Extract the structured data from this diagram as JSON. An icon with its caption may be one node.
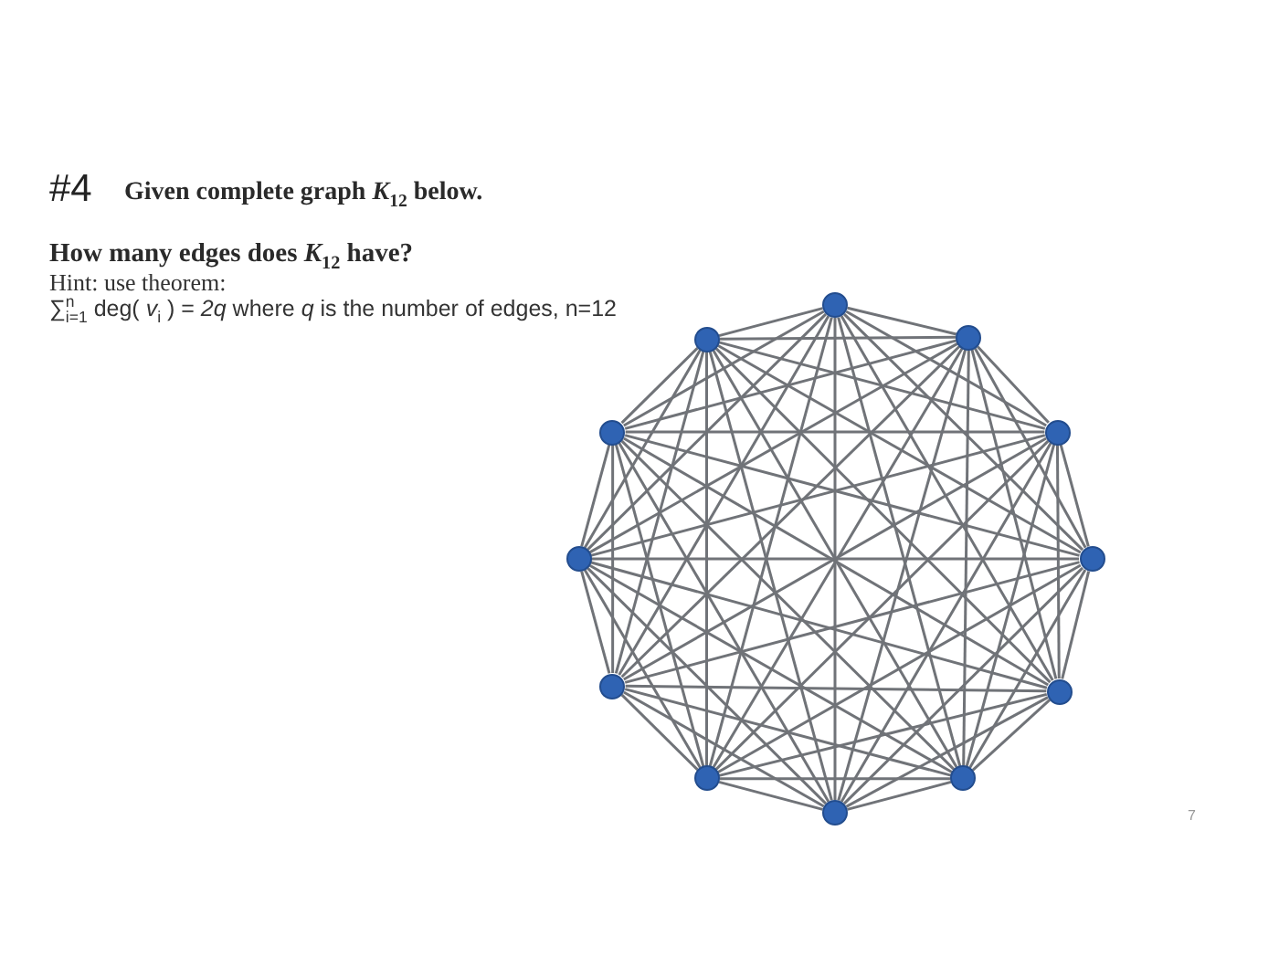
{
  "diagram": {
    "title": "#4",
    "nodes": [
      {
        "text": [],
        "shape": "circle"
      },
      {
        "text": [],
        "shape": "circle"
      },
      {
        "text": [],
        "shape": "circle"
      },
      {
        "text": [],
        "shape": "circle"
      },
      {
        "text": [],
        "shape": "circle"
      },
      {
        "text": [],
        "shape": "circle"
      },
      {
        "text": [],
        "shape": "circle"
      },
      {
        "text": [],
        "shape": "circle"
      },
      {
        "text": [],
        "shape": "circle"
      },
      {
        "text": [],
        "shape": "circle"
      },
      {
        "text": [],
        "shape": "circle"
      },
      {
        "text": [],
        "shape": "circle"
      }
    ],
    "edges": [
      {
        "from": 0,
        "to": 1,
        "arrow": "none"
      },
      {
        "from": 0,
        "to": 2,
        "arrow": "none"
      },
      {
        "from": 0,
        "to": 3,
        "arrow": "none"
      },
      {
        "from": 0,
        "to": 4,
        "arrow": "none"
      },
      {
        "from": 0,
        "to": 5,
        "arrow": "none"
      },
      {
        "from": 0,
        "to": 6,
        "arrow": "none"
      },
      {
        "from": 0,
        "to": 7,
        "arrow": "none"
      },
      {
        "from": 0,
        "to": 8,
        "arrow": "none"
      },
      {
        "from": 0,
        "to": 9,
        "arrow": "none"
      },
      {
        "from": 0,
        "to": 10,
        "arrow": "none"
      },
      {
        "from": 0,
        "to": 11,
        "arrow": "none"
      },
      {
        "from": 1,
        "to": 2,
        "arrow": "none"
      },
      {
        "from": 1,
        "to": 3,
        "arrow": "none"
      },
      {
        "from": 1,
        "to": 4,
        "arrow": "none"
      },
      {
        "from": 1,
        "to": 5,
        "arrow": "none"
      },
      {
        "from": 1,
        "to": 6,
        "arrow": "none"
      },
      {
        "from": 1,
        "to": 7,
        "arrow": "none"
      },
      {
        "from": 1,
        "to": 8,
        "arrow": "none"
      },
      {
        "from": 1,
        "to": 9,
        "arrow": "none"
      },
      {
        "from": 1,
        "to": 10,
        "arrow": "none"
      },
      {
        "from": 1,
        "to": 11,
        "arrow": "none"
      },
      {
        "from": 2,
        "to": 3,
        "arrow": "none"
      },
      {
        "from": 2,
        "to": 4,
        "arrow": "none"
      },
      {
        "from": 2,
        "to": 5,
        "arrow": "none"
      },
      {
        "from": 2,
        "to": 6,
        "arrow": "none"
      },
      {
        "from": 2,
        "to": 7,
        "arrow": "none"
      },
      {
        "from": 2,
        "to": 8,
        "arrow": "none"
      },
      {
        "from": 2,
        "to": 9,
        "arrow": "none"
      },
      {
        "from": 2,
        "to": 10,
        "arrow": "none"
      },
      {
        "from": 2,
        "to": 11,
        "arrow": "none"
      },
      {
        "from": 3,
        "to": 4,
        "arrow": "none"
      },
      {
        "from": 3,
        "to": 5,
        "arrow": "none"
      },
      {
        "from": 3,
        "to": 6,
        "arrow": "none"
      },
      {
        "from": 3,
        "to": 7,
        "arrow": "none"
      },
      {
        "from": 3,
        "to": 8,
        "arrow": "none"
      },
      {
        "from": 3,
        "to": 9,
        "arrow": "none"
      },
      {
        "from": 3,
        "to": 10,
        "arrow": "none"
      },
      {
        "from": 3,
        "to": 11,
        "arrow": "none"
      },
      {
        "from": 4,
        "to": 5,
        "arrow": "none"
      },
      {
        "from": 4,
        "to": 6,
        "arrow": "none"
      },
      {
        "from": 4,
        "to": 7,
        "arrow": "none"
      },
      {
        "from": 4,
        "to": 8,
        "arrow": "none"
      },
      {
        "from": 4,
        "to": 9,
        "arrow": "none"
      },
      {
        "from": 4,
        "to": 10,
        "arrow": "none"
      },
      {
        "from": 4,
        "to": 11,
        "arrow": "none"
      },
      {
        "from": 5,
        "to": 6,
        "arrow": "none"
      },
      {
        "from": 5,
        "to": 7,
        "arrow": "none"
      },
      {
        "from": 5,
        "to": 8,
        "arrow": "none"
      },
      {
        "from": 5,
        "to": 9,
        "arrow": "none"
      },
      {
        "from": 5,
        "to": 10,
        "arrow": "none"
      },
      {
        "from": 5,
        "to": 11,
        "arrow": "none"
      },
      {
        "from": 6,
        "to": 7,
        "arrow": "none"
      },
      {
        "from": 6,
        "to": 8,
        "arrow": "none"
      },
      {
        "from": 6,
        "to": 9,
        "arrow": "none"
      },
      {
        "from": 6,
        "to": 10,
        "arrow": "none"
      },
      {
        "from": 6,
        "to": 11,
        "arrow": "none"
      },
      {
        "from": 7,
        "to": 8,
        "arrow": "none"
      },
      {
        "from": 7,
        "to": 9,
        "arrow": "none"
      },
      {
        "from": 7,
        "to": 10,
        "arrow": "none"
      },
      {
        "from": 7,
        "to": 11,
        "arrow": "none"
      },
      {
        "from": 8,
        "to": 9,
        "arrow": "none"
      },
      {
        "from": 8,
        "to": 10,
        "arrow": "none"
      },
      {
        "from": 8,
        "to": 11,
        "arrow": "none"
      },
      {
        "from": 9,
        "to": 10,
        "arrow": "none"
      },
      {
        "from": 9,
        "to": 11,
        "arrow": "none"
      },
      {
        "from": 10,
        "to": 11,
        "arrow": "none"
      }
    ],
    "labels": [
      "Given complete graph *K*$_{12}$ below.",
      "How many edges does *K*$_{12}$ have?",
      "Hint: use theorem:",
      "∑$^{n}$$_{i=1}$ deg( *v*$_{i}$ ) = *2q* where *q* is the number of edges, n=12",
      "7"
    ]
  }
}
